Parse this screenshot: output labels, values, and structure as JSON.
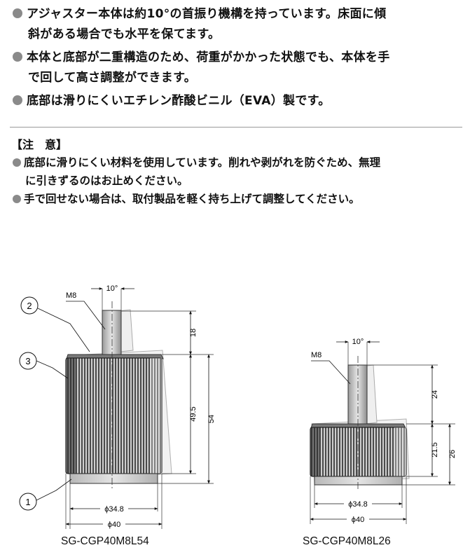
{
  "features": [
    [
      "アジャスター本体は約10°の首振り機構を持っています。床面に傾",
      "斜がある場合でも水平を保てます。"
    ],
    [
      "本体と底部が二重構造のため、荷重がかかった状態でも、本体を手",
      "で回して高さ調整ができます。"
    ],
    [
      "底部は滑りにくいエチレン酢酸ビニル（EVA）製です。"
    ]
  ],
  "caution": {
    "title": "【注　意】",
    "items": [
      [
        "底部に滑りにくい材料を使用しています。削れや剥がれを防ぐため、無理",
        "に引きずるのはお止めください。"
      ],
      [
        "手で回せない場合は、取付製品を軽く持ち上げて調整してください。"
      ]
    ]
  },
  "diagram1": {
    "model": "SG-CGP40M8L54",
    "thread": "M8",
    "tilt": "10°",
    "dim_stem": "18",
    "dim_body": "49.5",
    "dim_total": "54",
    "dim_inner": "ϕ34.8",
    "dim_outer": "ϕ40",
    "callouts": [
      "2",
      "3",
      "1"
    ]
  },
  "diagram2": {
    "model": "SG-CGP40M8L26",
    "thread": "M8",
    "tilt": "10°",
    "dim_stem": "24",
    "dim_body": "21.5",
    "dim_total": "26",
    "dim_inner": "ϕ34.8",
    "dim_outer": "ϕ40"
  }
}
